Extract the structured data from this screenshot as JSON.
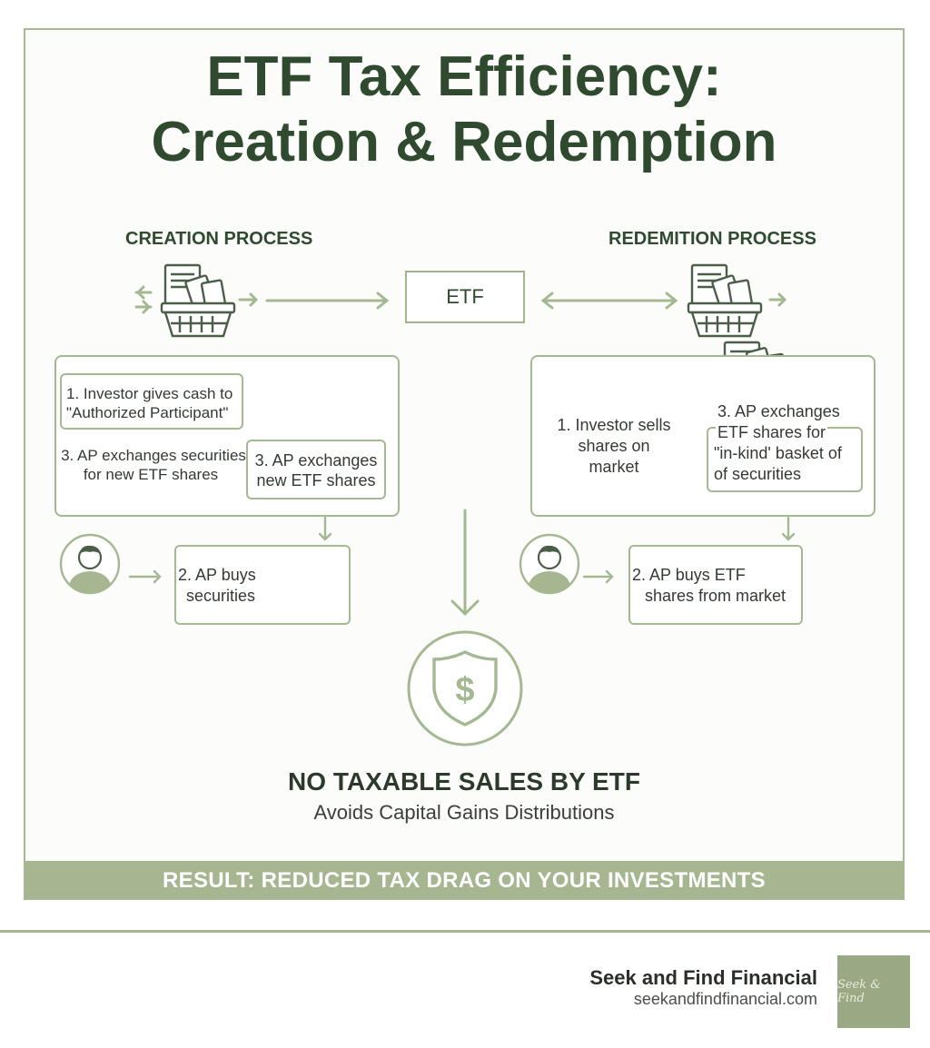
{
  "title": {
    "line1": "ETF Tax Efficiency:",
    "line2": "Creation & Redemption"
  },
  "creation": {
    "label": "CREATION PROCESS",
    "step1": [
      "1. Investor gives cash to",
      "\"Authorized Participant\""
    ],
    "step3a": [
      "3. AP exchanges securities",
      "for new ETF shares"
    ],
    "step3b": [
      "3. AP exchanges",
      "new ETF shares"
    ],
    "step2": [
      "2. AP buys",
      "securities"
    ]
  },
  "redemption": {
    "label": "REDEMITION PROCESS",
    "step1": [
      "1. Investor sells",
      "shares on",
      "market"
    ],
    "step3": [
      "3. AP exchanges",
      "ETF shares for",
      "\"in-kind' basket of",
      "of securities"
    ],
    "step2": [
      "2. AP buys ETF",
      "shares from market"
    ]
  },
  "etf_label": "ETF",
  "result": {
    "headline": "NO TAXABLE SALES BY ETF",
    "subline": "Avoids Capital Gains Distributions",
    "banner": "RESULT: REDUCED TAX DRAG ON YOUR INVESTMENTS"
  },
  "footer": {
    "brand": "Seek and Find Financial",
    "url": "seekandfindfinancial.com",
    "logo_text": "Seek & Find"
  },
  "icons": [
    "basket-icon",
    "document-icon",
    "person-icon",
    "shield-dollar-icon",
    "arrow-icon"
  ],
  "colors": {
    "accent": "#a5b691",
    "dark_green": "#2f4a2f",
    "line": "#a4b891"
  }
}
